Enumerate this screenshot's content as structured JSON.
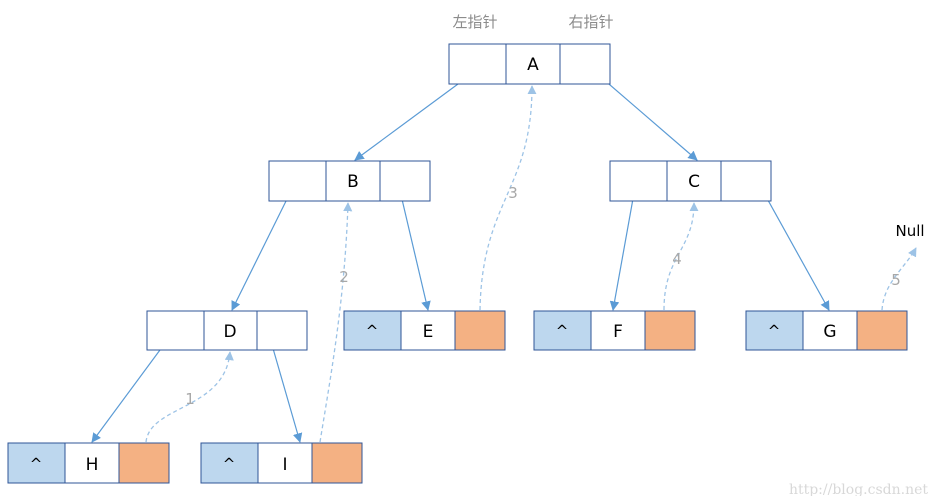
{
  "header": {
    "left_pointer": "左指针",
    "right_pointer": "右指针"
  },
  "colors": {
    "node_border": "#2f5597",
    "edge": "#5b9bd5",
    "thread": "#9dc3e6",
    "null_ptr_fill": "#bdd7ee",
    "thread_fill": "#f4b183"
  },
  "nodes": [
    {
      "id": "A",
      "label": "A",
      "left": "",
      "right": ""
    },
    {
      "id": "B",
      "label": "B",
      "left": "",
      "right": ""
    },
    {
      "id": "C",
      "label": "C",
      "left": "",
      "right": ""
    },
    {
      "id": "D",
      "label": "D",
      "left": "",
      "right": ""
    },
    {
      "id": "E",
      "label": "E",
      "left": "^",
      "right": ""
    },
    {
      "id": "F",
      "label": "F",
      "left": "^",
      "right": ""
    },
    {
      "id": "G",
      "label": "G",
      "left": "^",
      "right": ""
    },
    {
      "id": "H",
      "label": "H",
      "left": "^",
      "right": ""
    },
    {
      "id": "I",
      "label": "I",
      "left": "^",
      "right": ""
    }
  ],
  "edges": [
    {
      "from": "A",
      "to": "B"
    },
    {
      "from": "A",
      "to": "C"
    },
    {
      "from": "B",
      "to": "D"
    },
    {
      "from": "B",
      "to": "E"
    },
    {
      "from": "C",
      "to": "F"
    },
    {
      "from": "C",
      "to": "G"
    },
    {
      "from": "D",
      "to": "H"
    },
    {
      "from": "D",
      "to": "I"
    }
  ],
  "threads": [
    {
      "step": "1",
      "from": "H",
      "to": "D"
    },
    {
      "step": "2",
      "from": "I",
      "to": "B"
    },
    {
      "step": "3",
      "from": "E",
      "to": "A"
    },
    {
      "step": "4",
      "from": "F",
      "to": "C"
    },
    {
      "step": "5",
      "from": "G",
      "to": "Null"
    }
  ],
  "null_label": "Null",
  "watermark": "http://blog.csdn.net"
}
